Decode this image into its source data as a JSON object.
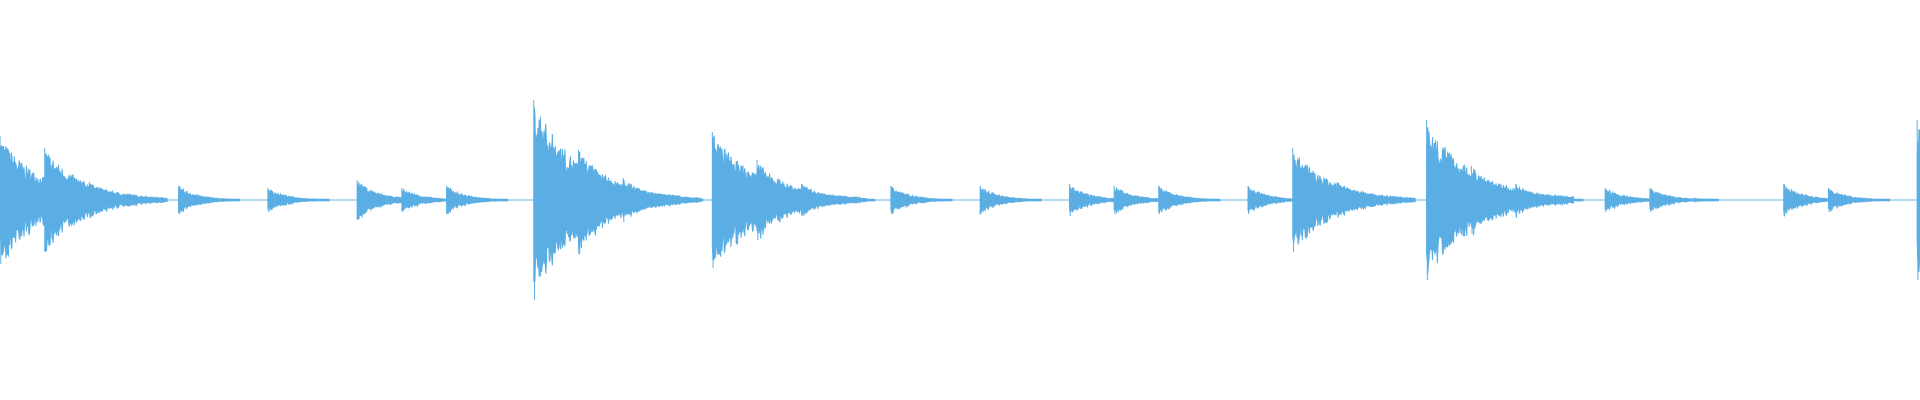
{
  "waveform": {
    "color": "#5aaee4",
    "background": "#ffffff",
    "duration": 1.0,
    "transients": [
      {
        "t": 0.0,
        "amp": 0.32,
        "decay": 0.022
      },
      {
        "t": 0.0233,
        "amp": 0.26,
        "decay": 0.02
      },
      {
        "t": 0.0465,
        "amp": 0.09,
        "decay": 0.012
      },
      {
        "t": 0.093,
        "amp": 0.07,
        "decay": 0.01
      },
      {
        "t": 0.1395,
        "amp": 0.06,
        "decay": 0.01
      },
      {
        "t": 0.186,
        "amp": 0.1,
        "decay": 0.011
      },
      {
        "t": 0.2093,
        "amp": 0.06,
        "decay": 0.01
      },
      {
        "t": 0.2326,
        "amp": 0.07,
        "decay": 0.01
      },
      {
        "t": 0.278,
        "amp": 0.5,
        "decay": 0.024
      },
      {
        "t": 0.3013,
        "amp": 0.25,
        "decay": 0.02
      },
      {
        "t": 0.3245,
        "amp": 0.11,
        "decay": 0.013
      },
      {
        "t": 0.371,
        "amp": 0.34,
        "decay": 0.024
      },
      {
        "t": 0.3943,
        "amp": 0.2,
        "decay": 0.018
      },
      {
        "t": 0.4175,
        "amp": 0.08,
        "decay": 0.012
      },
      {
        "t": 0.464,
        "amp": 0.07,
        "decay": 0.01
      },
      {
        "t": 0.5105,
        "amp": 0.07,
        "decay": 0.01
      },
      {
        "t": 0.557,
        "amp": 0.08,
        "decay": 0.01
      },
      {
        "t": 0.5803,
        "amp": 0.07,
        "decay": 0.01
      },
      {
        "t": 0.6035,
        "amp": 0.07,
        "decay": 0.01
      },
      {
        "t": 0.65,
        "amp": 0.07,
        "decay": 0.01
      },
      {
        "t": 0.6733,
        "amp": 0.26,
        "decay": 0.02
      },
      {
        "t": 0.6965,
        "amp": 0.09,
        "decay": 0.012
      },
      {
        "t": 0.743,
        "amp": 0.4,
        "decay": 0.024
      },
      {
        "t": 0.7663,
        "amp": 0.17,
        "decay": 0.016
      },
      {
        "t": 0.7895,
        "amp": 0.08,
        "decay": 0.011
      },
      {
        "t": 0.836,
        "amp": 0.06,
        "decay": 0.01
      },
      {
        "t": 0.8593,
        "amp": 0.06,
        "decay": 0.01
      },
      {
        "t": 0.8825,
        "amp": 0.01,
        "decay": 0.004
      },
      {
        "t": 0.929,
        "amp": 0.08,
        "decay": 0.01
      },
      {
        "t": 0.9523,
        "amp": 0.06,
        "decay": 0.01
      },
      {
        "t": 0.9985,
        "amp": 0.4,
        "decay": 0.02
      }
    ]
  }
}
